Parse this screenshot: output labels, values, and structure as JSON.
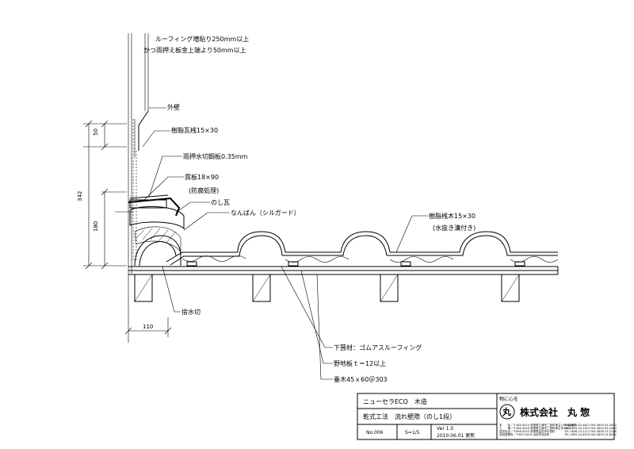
{
  "annotations": {
    "roofing_overlap_line1": "ルーフィング増貼り250mm以上",
    "roofing_overlap_line2": "かつ雨押え板金上端より50mm以上",
    "exterior_wall": "外壁",
    "resin_batten": "樹脂瓦桟15×30",
    "flashing": "雨押水切鋼板0.35mm",
    "through_board": "貫板18×90",
    "preservative": "(防腐処理)",
    "noshi_tile": "のし瓦",
    "nanban": "なんばん（シルガード）",
    "resin_counter_batten": "樹脂桟木15×30",
    "drain_groove": "(水抜き溝付き)",
    "drip_edge": "捨水切",
    "underlay": "下葺材：ゴムアスルーフィング",
    "sheathing": "野地板ｔ＝12以上",
    "rafter": "垂木45ｘ60＠303"
  },
  "dimensions": {
    "d50": "50",
    "d342": "342",
    "d180": "180",
    "d110": "110"
  },
  "title_block": {
    "product": "ニューセラECO　木造",
    "detail": "乾式工法　流れ壁際（のし1段）",
    "drawing_no": "No.006",
    "scale": "S=1/5",
    "version": "Ver 1.0",
    "date": "2010.06.01 更新",
    "logo_top": "物に心を",
    "logo_mark": "丸",
    "company": "株式会社　丸 惣",
    "address_lines": [
      "本　　社／〒185-0024 島根県江津市二宮町神主1505番地内",
      "工　　場／〒185-0026 島根県江津市二宮町神主甲1480",
      "益田支店／〒698-0035 島根県益田市中島町",
      "浜田営業所／〒697-0034 浜田市浅井町"
    ],
    "phone_lines": [
      "TEL 0855-53-4811  FAX 0855-53-2920",
      "TEL 0855-53-1515  FAX 0855-53-2920",
      "TEL 0856-23-2111  FAX 0856-23-2126",
      "TEL 0855-24-6510  FAX 0855-24-8014"
    ]
  }
}
